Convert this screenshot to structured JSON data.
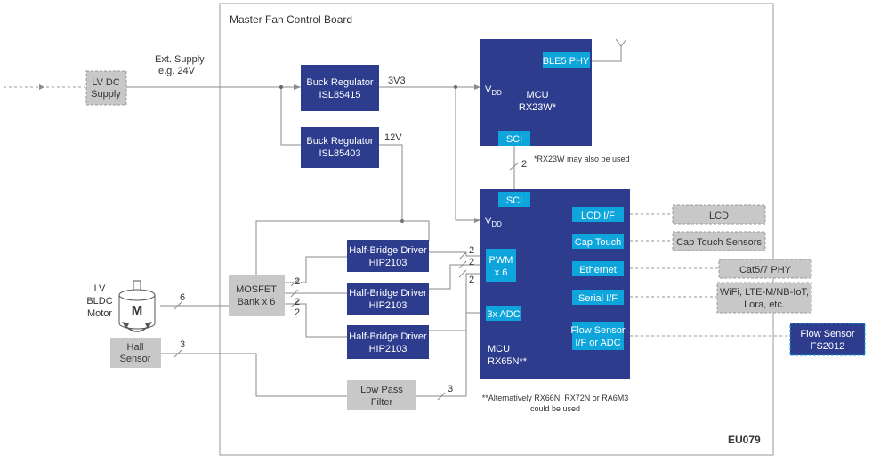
{
  "board": {
    "title": "Master Fan Control Board",
    "code": "EU079"
  },
  "external": {
    "lv_dc_supply": [
      "LV DC",
      "Supply"
    ],
    "ext_supply": [
      "Ext. Supply",
      "e.g. 24V"
    ],
    "motor_label": [
      "LV",
      "BLDC",
      "Motor"
    ],
    "motor_glyph": "M",
    "hall_sensor": [
      "Hall",
      "Sensor"
    ],
    "lcd": "LCD",
    "cap_touch_sensors": "Cap Touch Sensors",
    "cat_phy": "Cat5/7 PHY",
    "wireless": [
      "WiFi, LTE-M/NB-IoT,",
      "Lora, etc."
    ],
    "flow_sensor": [
      "Flow Sensor",
      "FS2012"
    ]
  },
  "blocks": {
    "buck1": [
      "Buck Regulator",
      "ISL85415"
    ],
    "buck2": [
      "Buck Regulator",
      "ISL85403"
    ],
    "hb1": [
      "Half-Bridge Driver",
      "HIP2103"
    ],
    "hb2": [
      "Half-Bridge Driver",
      "HIP2103"
    ],
    "hb3": [
      "Half-Bridge Driver",
      "HIP2103"
    ],
    "mosfet": [
      "MOSFET",
      "Bank x 6"
    ],
    "lpf": [
      "Low Pass",
      "Filter"
    ],
    "mcu1": [
      "MCU",
      "RX23W*"
    ],
    "mcu2": [
      "MCU",
      "RX65N**"
    ],
    "ble": "BLE5 PHY",
    "sci1": "SCI",
    "sci2": "SCI",
    "vdd_main": "V",
    "vdd_sub": "DD",
    "lcd_if": "LCD I/F",
    "cap_touch": "Cap Touch",
    "ethernet": "Ethernet",
    "serial_if": "Serial I/F",
    "flow_if": [
      "Flow Sensor",
      "I/F or ADC"
    ],
    "pwm": [
      "PWM",
      "x 6"
    ],
    "adc": "3x ADC"
  },
  "labels": {
    "v3v3": "3V3",
    "v12": "12V",
    "n2": "2",
    "n3": "3",
    "n6": "6"
  },
  "notes": {
    "rx23w": "*RX23W may also be used",
    "rx65n": [
      "**Alternatively RX66N, RX72N or RA6M3",
      "could be used"
    ]
  },
  "colors": {
    "navy": "#2e3c8e",
    "cyan": "#0ea5dd",
    "gray": "#c8c8c8"
  }
}
